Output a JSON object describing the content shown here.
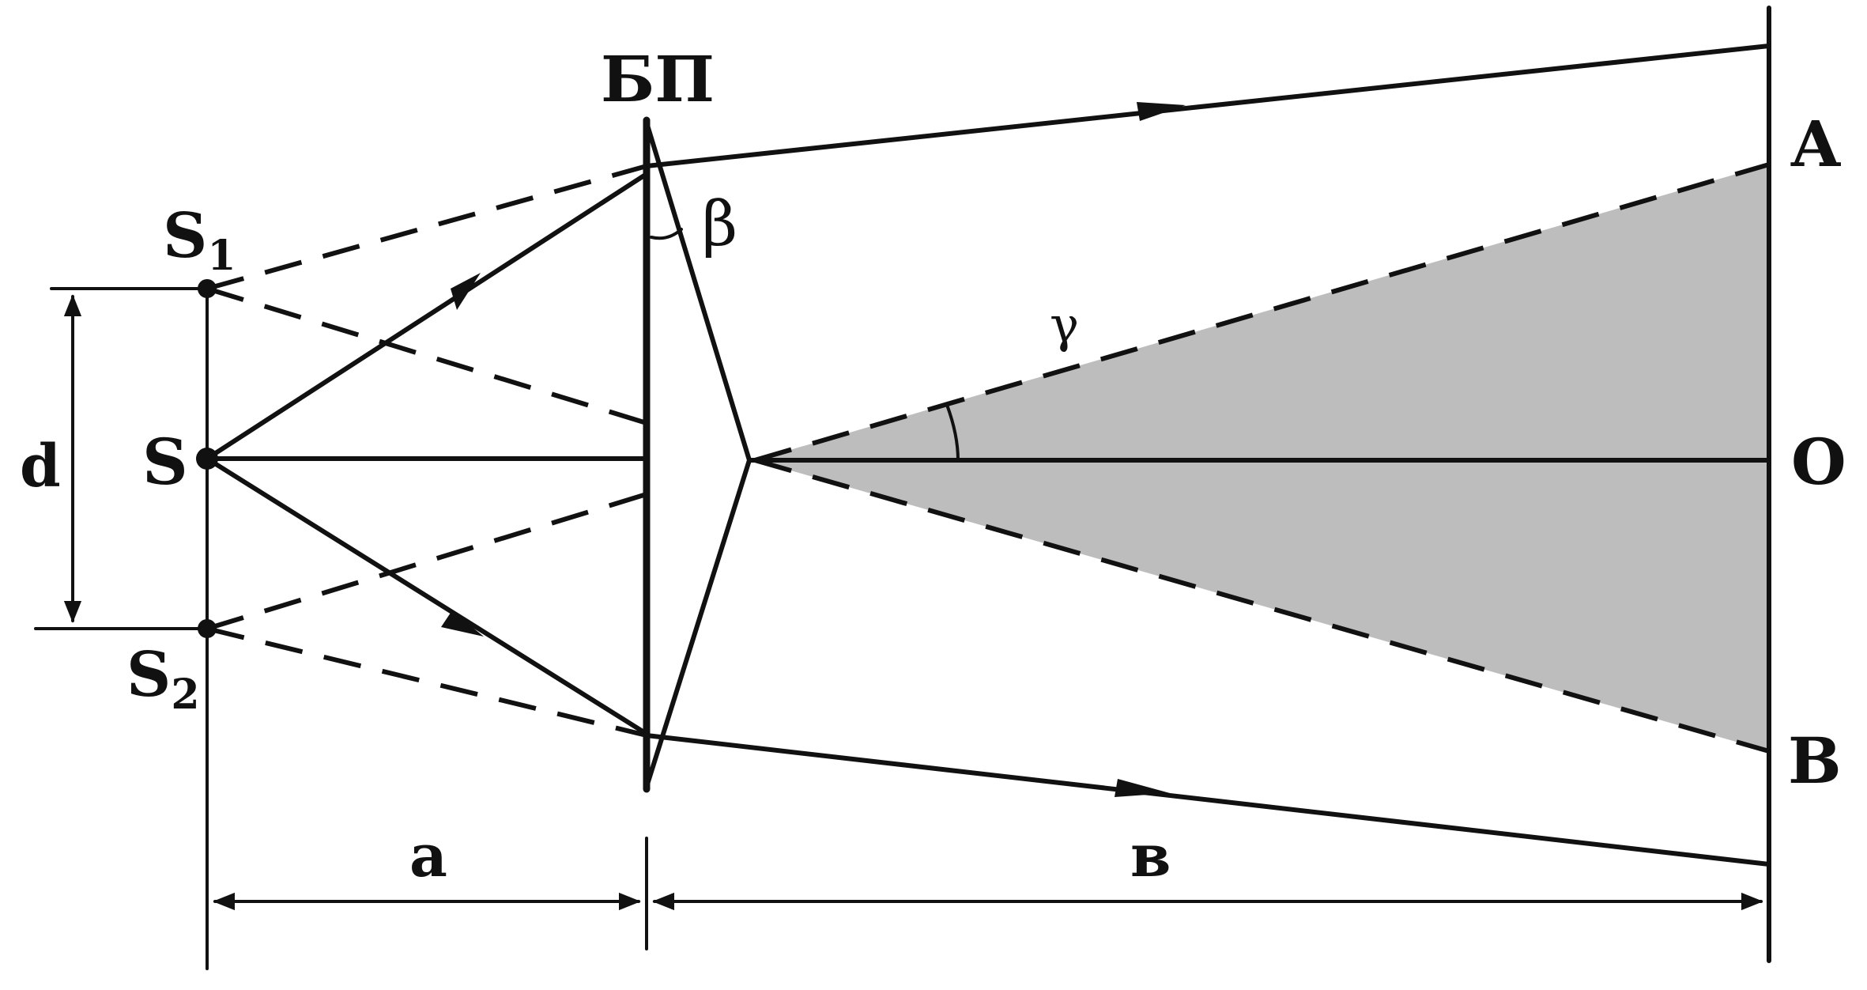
{
  "labels": {
    "prism": "БП",
    "source": "S",
    "s1_main": "S",
    "s1_sub": "1",
    "s2_main": "S",
    "s2_sub": "2",
    "d": "d",
    "beta": "β",
    "gamma": "γ",
    "a": "a",
    "b": "в",
    "A": "A",
    "O": "O",
    "B": "B"
  },
  "colors": {
    "ink": "#111111",
    "overlap_fill": "#bdbdbd",
    "background": "#ffffff"
  }
}
